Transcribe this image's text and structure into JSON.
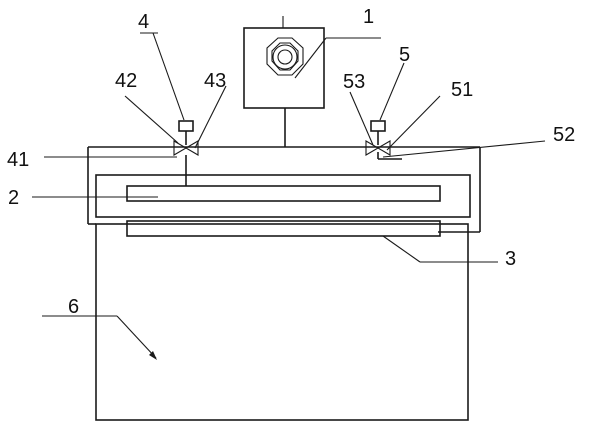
{
  "labels": {
    "l1": "1",
    "l2": "2",
    "l3": "3",
    "l4": "4",
    "l41": "41",
    "l42": "42",
    "l43": "43",
    "l5": "5",
    "l51": "51",
    "l52": "52",
    "l53": "53",
    "l6": "6"
  },
  "colors": {
    "line": "#1a1a1a",
    "background": "#ffffff"
  }
}
